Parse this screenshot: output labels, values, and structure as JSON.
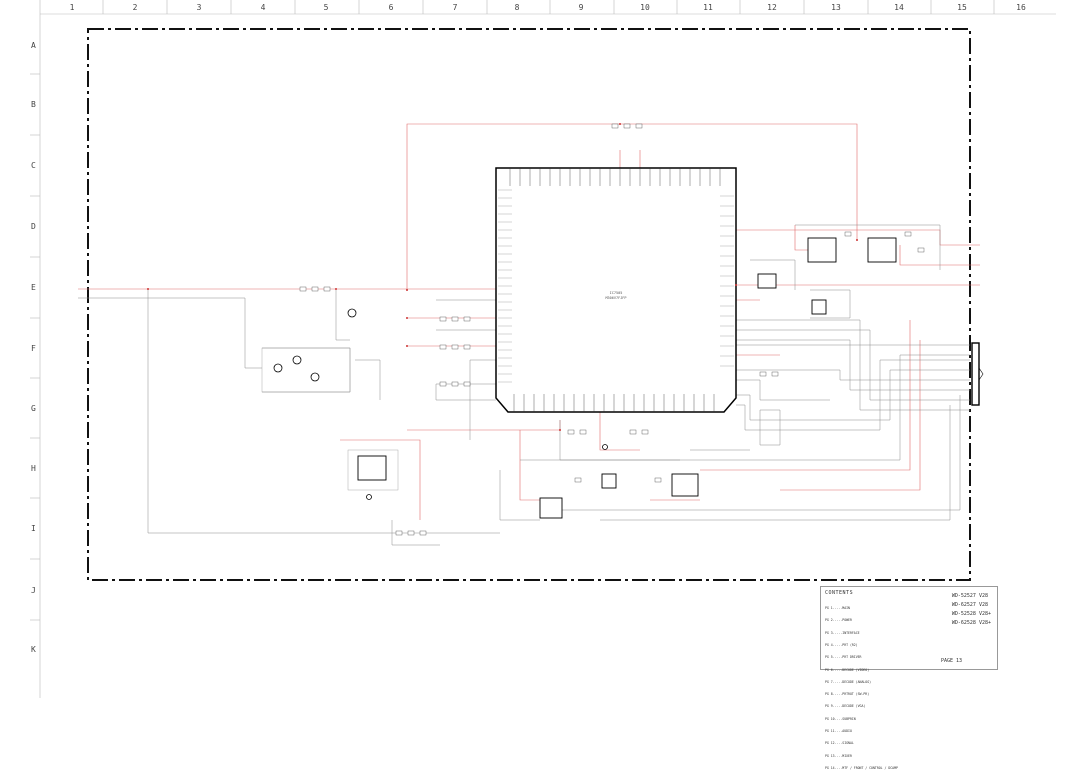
{
  "grid": {
    "columns": [
      "1",
      "2",
      "3",
      "4",
      "5",
      "6",
      "7",
      "8",
      "9",
      "10",
      "11",
      "12",
      "13",
      "14",
      "15",
      "16"
    ],
    "rows": [
      "A",
      "B",
      "C",
      "D",
      "E",
      "F",
      "G",
      "H",
      "I",
      "J",
      "K"
    ]
  },
  "colors": {
    "border": "#111111",
    "wire_red": "#e05555",
    "wire_gray": "#888888",
    "ic_body": "#000000"
  },
  "schematic": {
    "main_ic_label": "IC7505",
    "main_ic_part": "M306V7FJFP"
  },
  "contents_box": {
    "heading": "CONTENTS",
    "lines": [
      "PG 1.....MAIN",
      "PG 2.....POWER",
      "PG 3.....INTERFACE",
      "PG 4.....PRT (R2)",
      "PG 5.....PRT DRIVER",
      "PG 6.....DECODE (VIDEO)",
      "PG 7.....DECODE (ANALOG)",
      "PG 8.....PRTROT (SW-PR)",
      "PG 9.....DECODE (VGA)",
      "PG 10....SUBPRIN",
      "PG 11....AUDIO",
      "PG 12....SIGNAL",
      "PG 13....MIXER",
      "PG 14....MTF / FRONT / CONTROL / DCAMP"
    ],
    "models": [
      "WD-52527 V28",
      "WD-62527 V28",
      "WD-52528 V28+",
      "WD-62528 V28+"
    ],
    "page_label": "PAGE 13"
  }
}
